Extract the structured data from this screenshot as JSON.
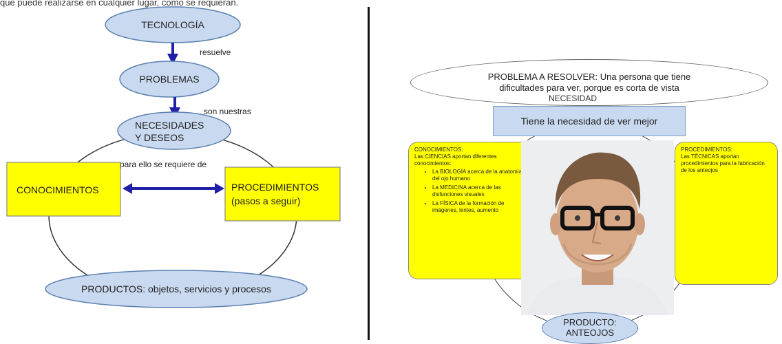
{
  "header_text": "que puede realizarse en cualquier lugar, como se requieran.",
  "left_diagram": {
    "tecnologia": "TECNOLOGÍA",
    "resuelve": "resuelve",
    "problemas": "PROBLEMAS",
    "son_nuestras": "son nuestras",
    "necesidades_line1": "NECESIDADES",
    "necesidades_line2": "Y DESEOS",
    "para_ello": "para ello se requiere de",
    "conocimientos": "CONOCIMIENTOS",
    "procedimientos_line1": "PROCEDIMIENTOS",
    "procedimientos_line2": "(pasos a seguir)",
    "productos": "PRODUCTOS: objetos, servicios y procesos"
  },
  "right_diagram": {
    "problema_line1": "PROBLEMA A RESOLVER: Una persona que tiene",
    "problema_line2": "dificultades para ver, porque es corta de vista",
    "necesidad_label": "NECESIDAD",
    "necesidad_text": "Tiene la necesidad de ver mejor",
    "conocimientos": {
      "title": "CONOCIMIENTOS:",
      "intro": "Las CIENCIAS aportan diferentes conocimientos:",
      "items": [
        "La BIOLOGÍA acerca de la anatomía del ojo humano",
        "La MEDICINA acerca de las disfunciones visuales",
        "La FÍSICA de la formación de imágenes, lentes, aumento"
      ]
    },
    "procedimientos": {
      "title": "PROCEDIMIENTOS:",
      "body": "Las TÉCNICAS aportan procedimientos para la fabricación de los anteojos"
    },
    "producto_line1": "PRODUCTO:",
    "producto_line2": "ANTEOJOS"
  },
  "colors": {
    "light_blue": "#c9daf0",
    "yellow": "#ffff00",
    "arrow_blue": "#1f1fa8"
  }
}
